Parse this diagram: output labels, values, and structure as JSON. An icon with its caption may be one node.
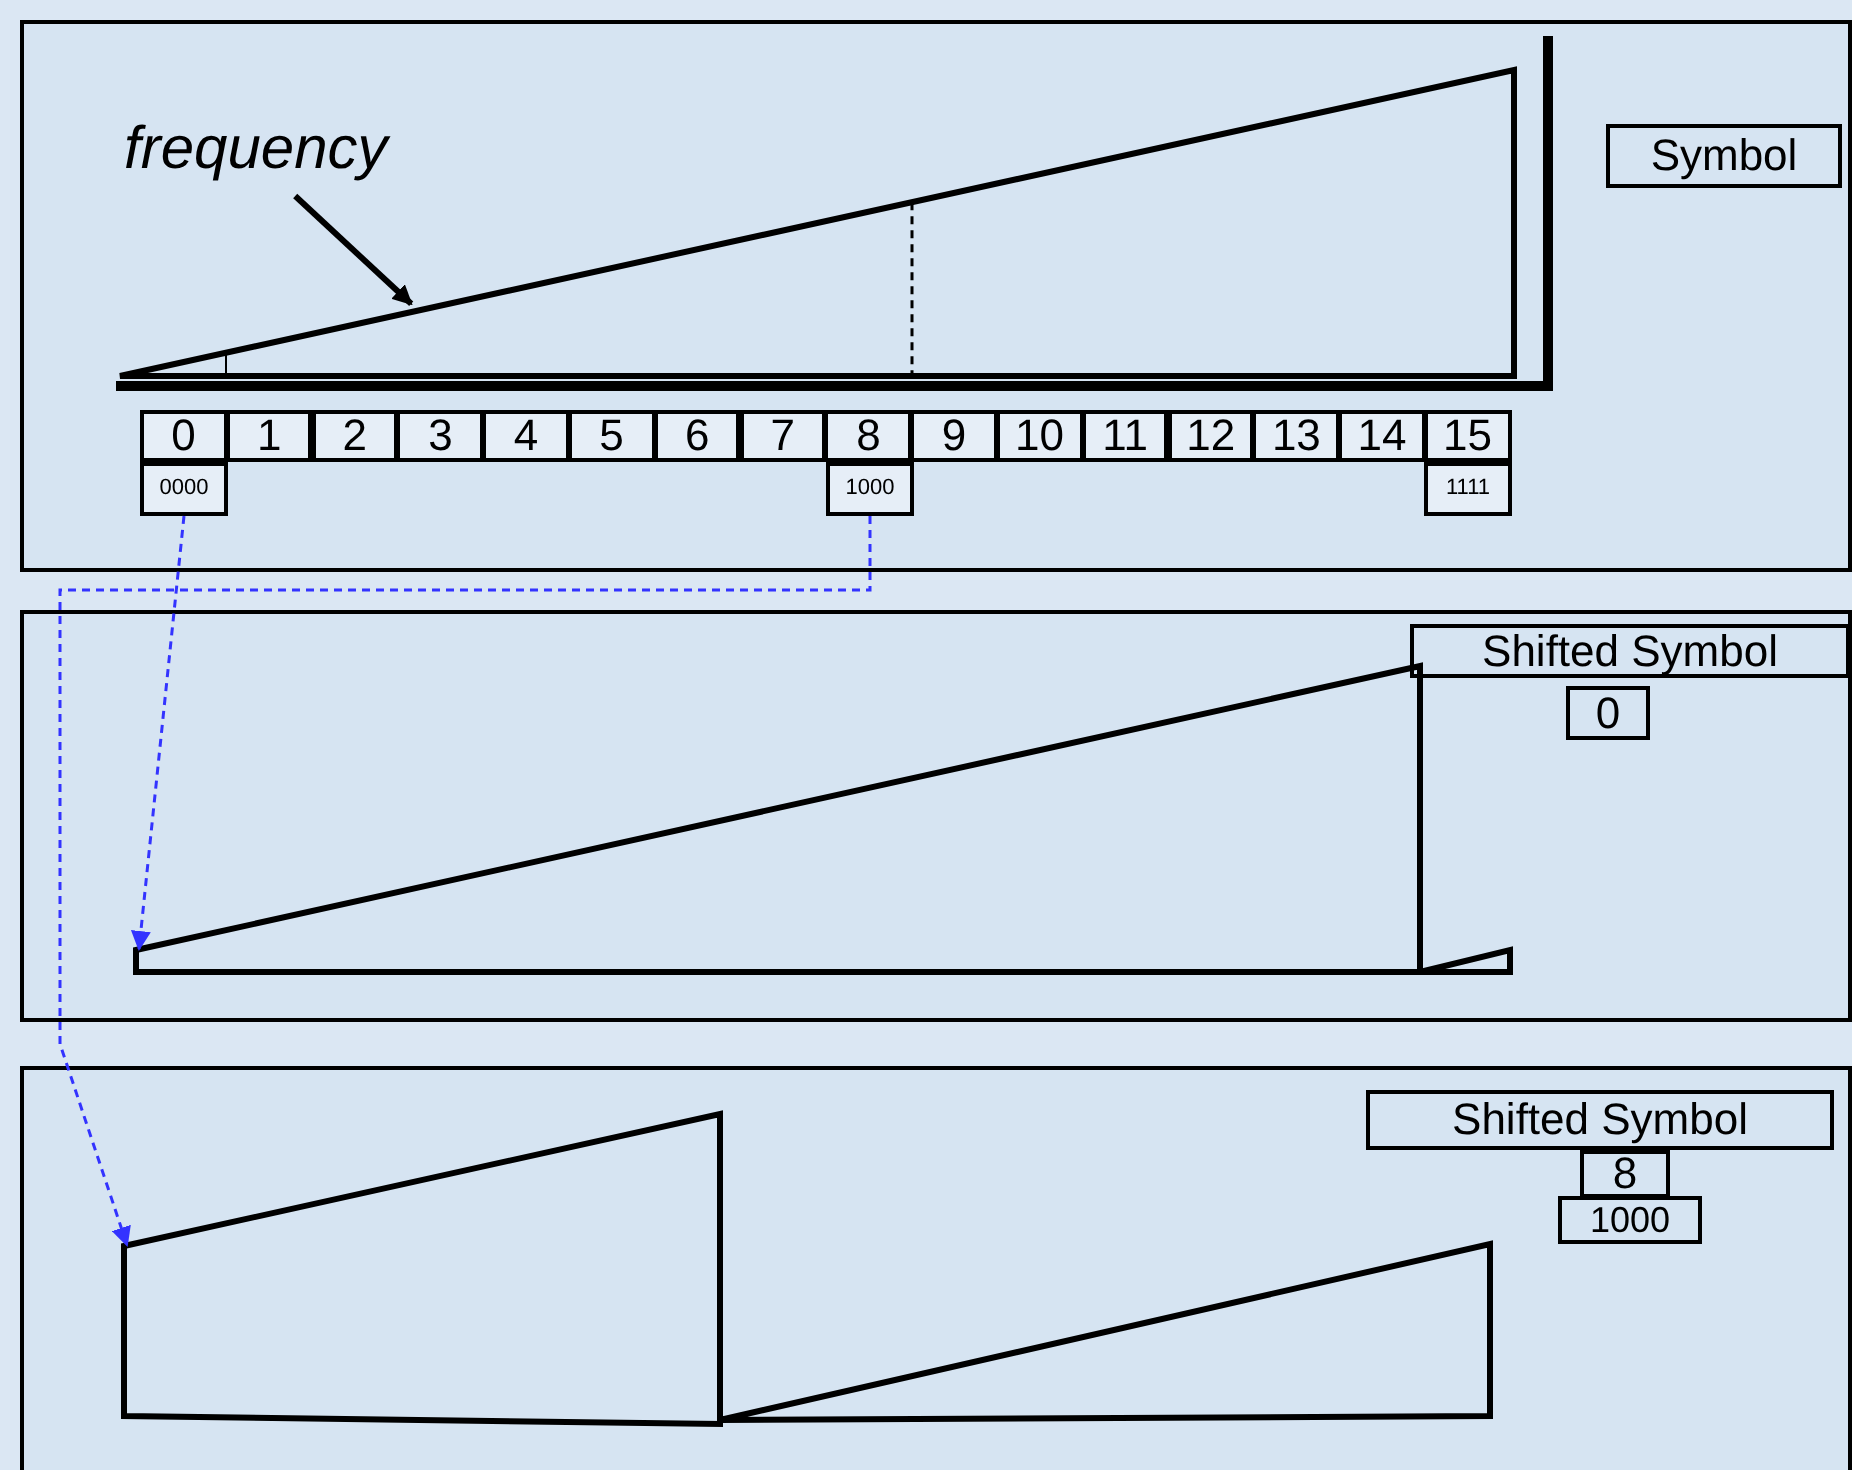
{
  "diagram": {
    "nodes": [
      {
        "text": [],
        "shape": "box"
      },
      {
        "text": [
          "frequency"
        ],
        "in": 0
      },
      {
        "text": [],
        "shape": "triangle",
        "in": 0
      },
      {
        "text": [
          "Symbol"
        ],
        "in": 0
      },
      {
        "text": [
          "0"
        ],
        "in": 0
      },
      {
        "text": [
          "1"
        ],
        "in": 0
      },
      {
        "text": [
          "2"
        ],
        "in": 0
      },
      {
        "text": [
          "3"
        ],
        "in": 0
      },
      {
        "text": [
          "4"
        ],
        "in": 0
      },
      {
        "text": [
          "5"
        ],
        "in": 0
      },
      {
        "text": [
          "6"
        ],
        "in": 0
      },
      {
        "text": [
          "7"
        ],
        "in": 0
      },
      {
        "text": [
          "8"
        ],
        "in": 0
      },
      {
        "text": [
          "9"
        ],
        "in": 0
      },
      {
        "text": [
          "10"
        ],
        "in": 0
      },
      {
        "text": [
          "11"
        ],
        "in": 0
      },
      {
        "text": [
          "12"
        ],
        "in": 0
      },
      {
        "text": [
          "13"
        ],
        "in": 0
      },
      {
        "text": [
          "14"
        ],
        "in": 0
      },
      {
        "text": [
          "15"
        ],
        "in": 0
      },
      {
        "text": [
          "0000"
        ],
        "in": 0
      },
      {
        "text": [
          "1000"
        ],
        "in": 0
      },
      {
        "text": [
          "1111"
        ],
        "in": 0
      },
      {
        "text": [],
        "shape": "box"
      },
      {
        "text": [],
        "shape": "triangle",
        "in": 23
      },
      {
        "text": [
          "Shifted Symbol"
        ],
        "in": 23
      },
      {
        "text": [
          "0"
        ],
        "in": 23
      },
      {
        "text": [],
        "shape": "box"
      },
      {
        "text": [],
        "shape": "triangle",
        "in": 27
      },
      {
        "text": [
          "Shifted Symbol"
        ],
        "in": 27
      },
      {
        "text": [
          "8"
        ],
        "in": 27
      },
      {
        "text": [
          "1000"
        ],
        "in": 27
      }
    ],
    "edges": [
      {
        "from": 1,
        "to": 2,
        "arrow": "to",
        "style": "thick",
        "color": "#000000"
      },
      {
        "from": 20,
        "to": 24,
        "arrow": "to",
        "style": "dashed",
        "color": "#3333ff"
      },
      {
        "from": 21,
        "to": 28,
        "arrow": "to",
        "style": "dashed",
        "color": "#3333ff"
      }
    ]
  }
}
